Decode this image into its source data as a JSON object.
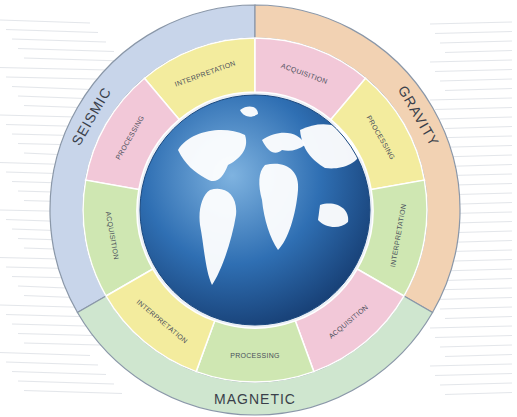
{
  "diagram": {
    "nodes": [
      {
        "text": [
          "SEISMIC"
        ]
      },
      {
        "text": [
          "INTERPRETATION"
        ],
        "in": 0
      },
      {
        "text": [
          "PROCESSING"
        ],
        "in": 0
      },
      {
        "text": [
          "ACQUISITION"
        ],
        "in": 0
      },
      {
        "text": [
          "GRAVITY"
        ]
      },
      {
        "text": [
          "ACQUISITION"
        ],
        "in": 4
      },
      {
        "text": [
          "PROCESSING"
        ],
        "in": 4
      },
      {
        "text": [
          "INTERPRETATION"
        ],
        "in": 4
      },
      {
        "text": [
          "MAGNETIC"
        ]
      },
      {
        "text": [
          "ACQUISITION"
        ],
        "in": 8
      },
      {
        "text": [
          "PROCESSING"
        ],
        "in": 8
      },
      {
        "text": [
          "INTERPRETATION"
        ],
        "in": 8
      }
    ]
  }
}
